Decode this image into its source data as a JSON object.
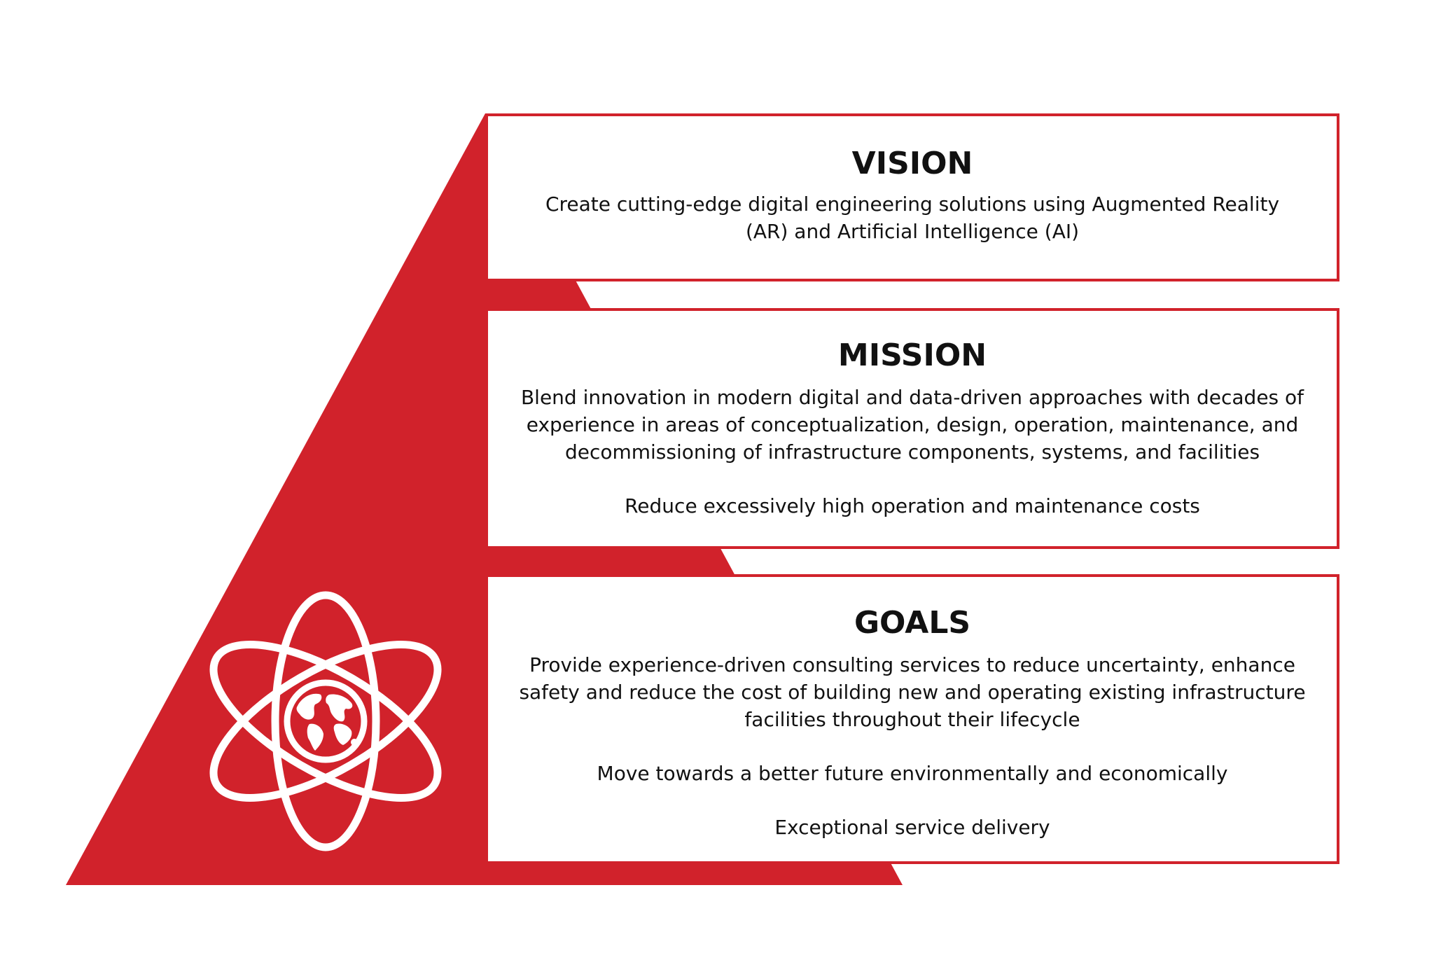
{
  "colors": {
    "accent": "#d1222b",
    "icon": "#ffffff",
    "text": "#111111",
    "background": "#ffffff"
  },
  "icon": "atom-globe-icon",
  "vision": {
    "title": "VISION",
    "text": "Create cutting-edge digital engineering solutions using Augmented Reality (AR) and Artificial Intelligence (AI)"
  },
  "mission": {
    "title": "MISSION",
    "paragraphs": [
      "Blend innovation in modern digital and data-driven approaches with decades of experience in areas of conceptualization, design, operation, maintenance, and decommissioning of infrastructure components, systems, and facilities",
      "Reduce excessively high operation and maintenance costs"
    ]
  },
  "goals": {
    "title": "GOALS",
    "paragraphs": [
      "Provide experience-driven consulting services to reduce uncertainty, enhance safety and reduce the cost of building new and operating existing infrastructure facilities throughout their lifecycle",
      "Move towards a better future environmentally and economically",
      "Exceptional service delivery"
    ]
  }
}
